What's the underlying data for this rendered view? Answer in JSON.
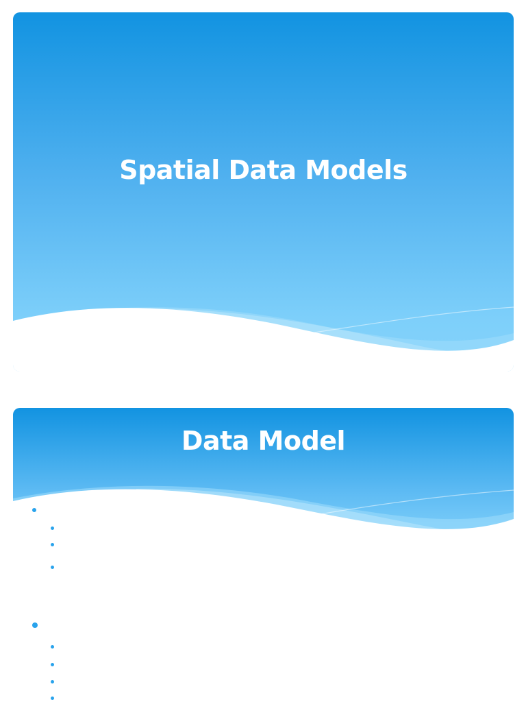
{
  "slides": [
    {
      "title": "Spatial Data Models",
      "colors": {
        "top": "#1293e1",
        "bottom": "#7dcffa",
        "accent": "#29a3ec"
      }
    },
    {
      "title": "Data Model",
      "colors": {
        "top": "#1293e1",
        "bottom": "#7dcffa",
        "accent": "#29a3ec"
      },
      "bullets": [
        {
          "level": 1,
          "text": ""
        },
        {
          "level": 2,
          "text": ""
        },
        {
          "level": 2,
          "text": ""
        },
        {
          "level": 2,
          "text": ""
        },
        {
          "level": 1,
          "text": ""
        },
        {
          "level": 2,
          "text": ""
        },
        {
          "level": 2,
          "text": ""
        },
        {
          "level": 2,
          "text": ""
        },
        {
          "level": 2,
          "text": ""
        }
      ]
    }
  ]
}
